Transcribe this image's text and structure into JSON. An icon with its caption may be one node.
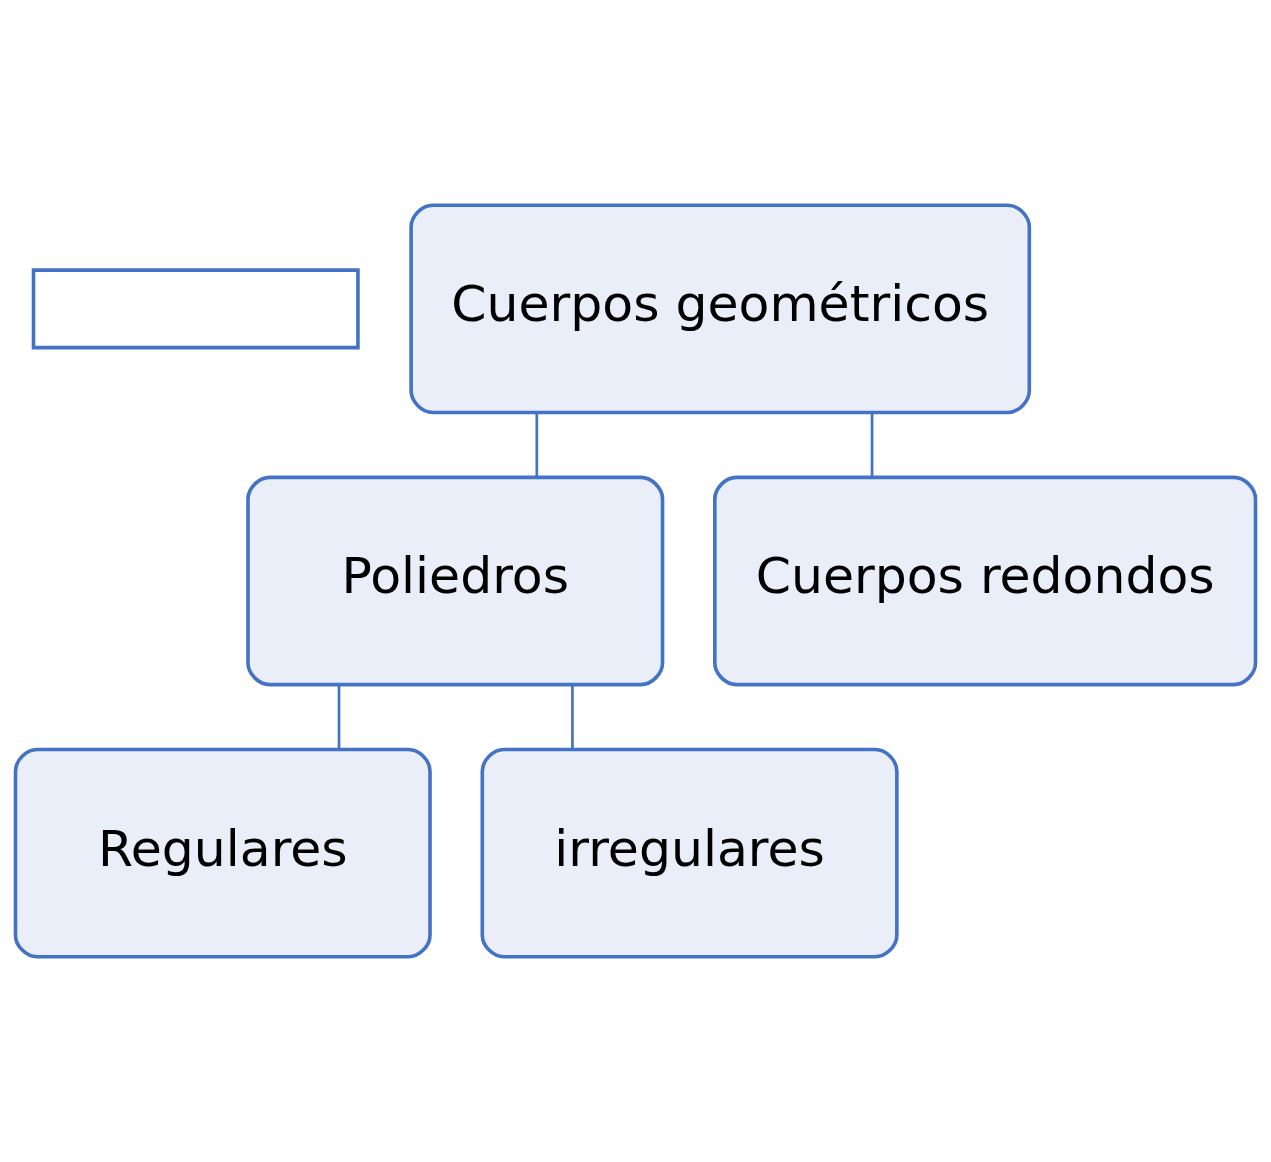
{
  "diagram": {
    "nodes": [
      {
        "text": [],
        "shape": "box"
      },
      {
        "text": [
          "Cuerpos geométricos"
        ]
      },
      {
        "text": [
          "Poliedros"
        ]
      },
      {
        "text": [
          "Cuerpos redondos"
        ]
      },
      {
        "text": [
          "Regulares"
        ]
      },
      {
        "text": [
          "irregulares"
        ]
      }
    ],
    "edges": [
      {
        "from": 1,
        "to": 2,
        "arrow": "none"
      },
      {
        "from": 1,
        "to": 3,
        "arrow": "none"
      },
      {
        "from": 2,
        "to": 4,
        "arrow": "none"
      },
      {
        "from": 2,
        "to": 5,
        "arrow": "none"
      }
    ]
  }
}
